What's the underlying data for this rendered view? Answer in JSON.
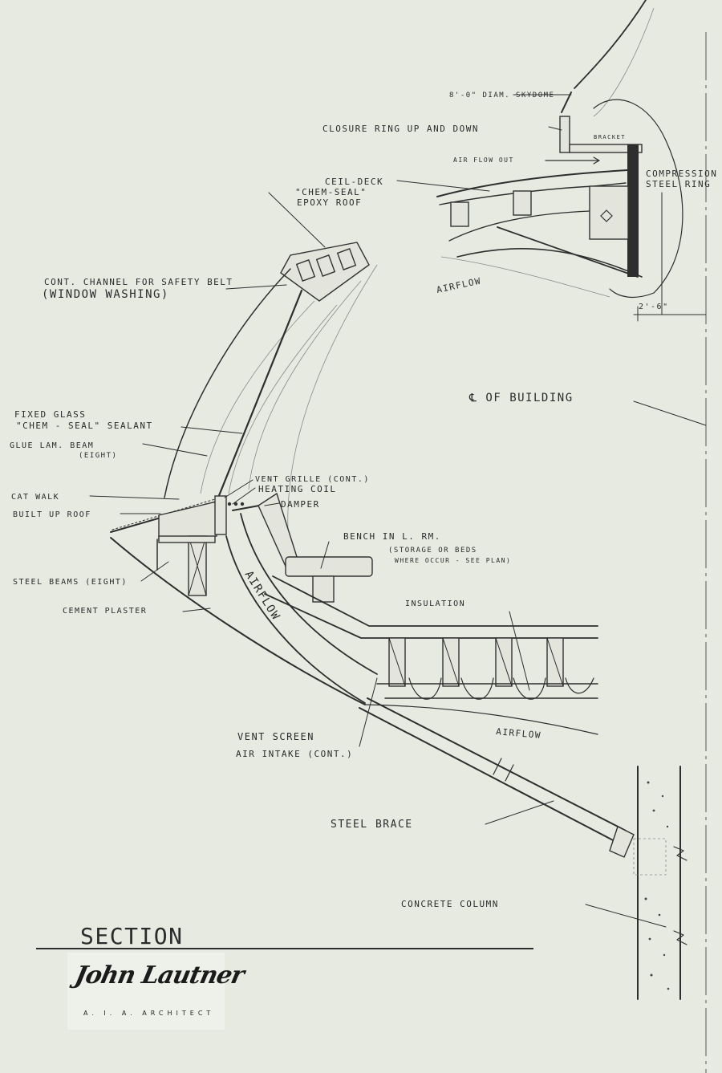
{
  "drawing": {
    "title": "SECTION",
    "centerline_label": "℄ OF BUILDING",
    "architect_signature": "John Lautner",
    "architect_credential": "A. I. A. ARCHITECT"
  },
  "labels": {
    "skydome": "8'-0\" DIAM. SKYDOME",
    "closure_ring": "CLOSURE RING UP AND DOWN",
    "bracket": "BRACKET",
    "air_flow_out": "AIR FLOW OUT",
    "compression_ring_line1": "COMPRESSION",
    "compression_ring_line2": "STEEL RING",
    "ceil_deck": "CEIL-DECK",
    "chem_seal_roof_line1": "\"CHEM-SEAL\"",
    "chem_seal_roof_line2": "EPOXY ROOF",
    "airflow_top": "AIRFLOW",
    "dimension": "2'-6\"",
    "channel_line1": "CONT. CHANNEL FOR SAFETY BELT",
    "channel_line2": "(WINDOW WASHING)",
    "fixed_glass_line1": "FIXED GLASS",
    "fixed_glass_line2": "\"CHEM - SEAL\" SEALANT",
    "glue_lam_line1": "GLUE LAM. BEAM",
    "glue_lam_line2": "(EIGHT)",
    "vent_grille": "VENT GRILLE (CONT.)",
    "heating_coil": "HEATING COIL",
    "damper": "DAMPER",
    "cat_walk": "CAT WALK",
    "built_up_roof": "BUILT UP ROOF",
    "bench_line1": "BENCH IN L. RM.",
    "bench_line2": "(STORAGE OR BEDS",
    "bench_line3": "WHERE OCCUR - SEE PLAN)",
    "steel_beams": "STEEL BEAMS (EIGHT)",
    "cement_plaster": "CEMENT PLASTER",
    "airflow_diagonal": "AIRFLOW",
    "insulation": "INSULATION",
    "airflow_bottom": "AIRFLOW",
    "vent_screen_line1": "VENT SCREEN",
    "vent_screen_line2": "AIR INTAKE (CONT.)",
    "steel_brace": "STEEL BRACE",
    "concrete_column": "CONCRETE COLUMN"
  },
  "colors": {
    "paper": "#e6eae1",
    "ink": "#2b2b2b",
    "pencil": "#8a8a86"
  }
}
